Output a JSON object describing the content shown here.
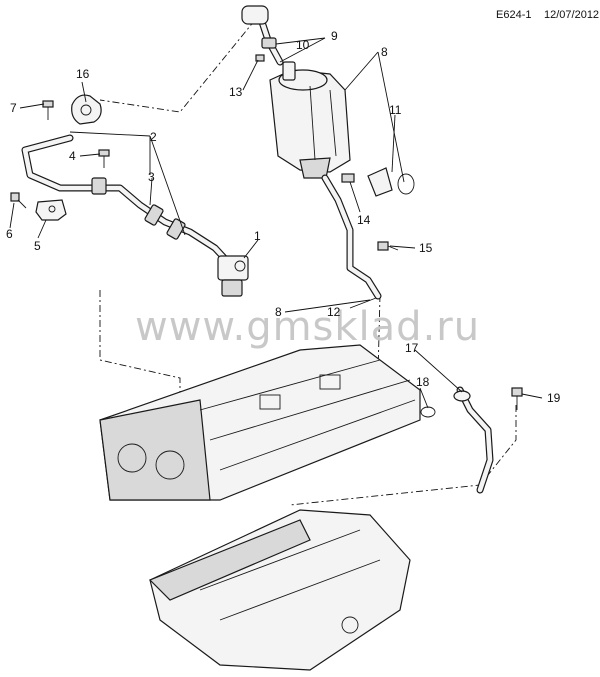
{
  "header": {
    "code": "E624-1",
    "date": "12/07/2012"
  },
  "watermark": "www.gmsklad.ru",
  "callouts": {
    "c1": "1",
    "c2": "2",
    "c3": "3",
    "c4": "4",
    "c5": "5",
    "c6": "6",
    "c7": "7",
    "c8a": "8",
    "c8b": "8",
    "c9": "9",
    "c10": "10",
    "c11": "11",
    "c12": "12",
    "c13": "13",
    "c14": "14",
    "c15": "15",
    "c16": "16",
    "c17": "17",
    "c18": "18",
    "c19": "19"
  },
  "colors": {
    "line": "#1a1a1a",
    "fill": "#f4f4f4",
    "watermark": "#c8c8c8"
  }
}
